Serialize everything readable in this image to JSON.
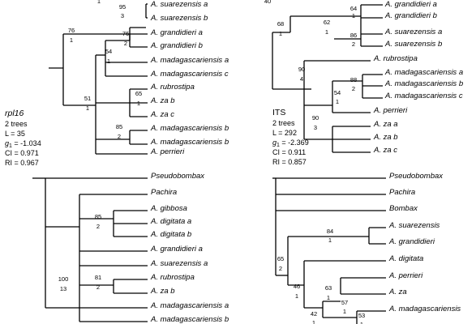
{
  "panels": {
    "rpl16": {
      "title": "rpl16",
      "stats": [
        "2 trees",
        "L = 35",
        "g1 = -1.034",
        "CI = 0.971",
        "RI = 0.967"
      ],
      "taxa": [
        "A. suarezensis a",
        "A. suarezensis b",
        "A. grandidieri a",
        "A. grandidieri b",
        "A. madagascariensis a",
        "A. madagascariensis c",
        "A. rubrostipa",
        "A. za b",
        "A. za c",
        "A. madagascariensis b",
        "A. madagascariensis b",
        "A. perrieri"
      ],
      "support": [
        {
          "top": "95",
          "bottom": "3"
        },
        {
          "top": "76",
          "bottom": "1"
        },
        {
          "top": "76",
          "bottom": "2"
        },
        {
          "top": "54",
          "bottom": "1"
        },
        {
          "top": "65",
          "bottom": "1"
        },
        {
          "top": "51",
          "bottom": "1"
        },
        {
          "top": "85",
          "bottom": "2"
        },
        {
          "top": "",
          "bottom": "1"
        }
      ]
    },
    "its": {
      "title": "ITS",
      "stats": [
        "2 trees",
        "L = 292",
        "g1 = -2.369",
        "CI = 0.911",
        "RI = 0.857"
      ],
      "taxa": [
        "A. grandidieri a",
        "A. grandidieri b",
        "A. suarezensis a",
        "A. suarezensis b",
        "A. rubrostipa",
        "A. madagascariensis a",
        "A. madagascariensis b",
        "A. madagascariensis c",
        "A. perrieri",
        "A. za a",
        "A. za b",
        "A. za c"
      ],
      "support": [
        {
          "top": "40",
          "bottom": ""
        },
        {
          "top": "68",
          "bottom": "1"
        },
        {
          "top": "62",
          "bottom": "1"
        },
        {
          "top": "64",
          "bottom": "1"
        },
        {
          "top": "86",
          "bottom": "2"
        },
        {
          "top": "90",
          "bottom": "4"
        },
        {
          "top": "88",
          "bottom": "2"
        },
        {
          "top": "54",
          "bottom": "1"
        },
        {
          "top": "90",
          "bottom": "3"
        }
      ]
    },
    "bottom_left": {
      "taxa": [
        "Pseudobombax",
        "Pachira",
        "A. gibbosa",
        "A. digitata a",
        "A. digitata b",
        "A. grandidieri a",
        "A. suarezensis a",
        "A. rubrostipa",
        "A. za b",
        "A. madagascariensis a",
        "A. madagascariensis b"
      ],
      "support": [
        {
          "top": "85",
          "bottom": "2"
        },
        {
          "top": "81",
          "bottom": "2"
        },
        {
          "top": "100",
          "bottom": "13"
        }
      ]
    },
    "bottom_right": {
      "taxa": [
        "Pseudobombax",
        "Pachira",
        "Bombax",
        "A. suarezensis",
        "A. grandidieri",
        "A. digitata",
        "A. perrieri",
        "A. za",
        "A. madagascariensis"
      ],
      "support": [
        {
          "top": "84",
          "bottom": "1"
        },
        {
          "top": "65",
          "bottom": "2"
        },
        {
          "top": "46",
          "bottom": "1"
        },
        {
          "top": "63",
          "bottom": "1"
        },
        {
          "top": "57",
          "bottom": "1"
        },
        {
          "top": "42",
          "bottom": "1"
        },
        {
          "top": "53",
          "bottom": "1"
        }
      ]
    }
  }
}
